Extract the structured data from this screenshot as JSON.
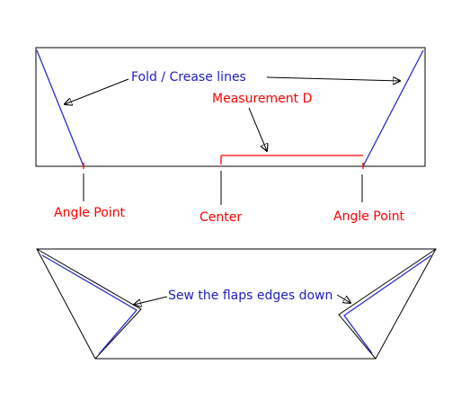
{
  "labels": {
    "fold_crease_lines": "Fold / Crease lines",
    "measurement_d": "Measurement D",
    "angle_point_left": "Angle Point",
    "center": "Center",
    "angle_point_right": "Angle Point",
    "sew_flaps": "Sew the flaps edges down"
  },
  "colors": {
    "outline": "#000000",
    "crease": "#2b2bcc",
    "measurement": "#ff0000",
    "label_red": "#ff0000",
    "label_blue": "#2020c0"
  }
}
